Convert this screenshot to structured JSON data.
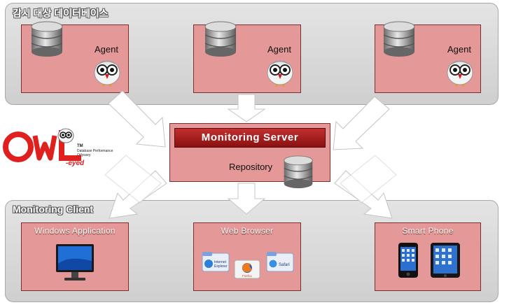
{
  "top_panel": {
    "title": "감시 대상 데이터베이스"
  },
  "agents": [
    {
      "label": "Agent"
    },
    {
      "label": "Agent"
    },
    {
      "label": "Agent"
    }
  ],
  "server": {
    "title": "Monitoring Server",
    "repository_label": "Repository"
  },
  "bottom_panel": {
    "title": "Monitoring Client"
  },
  "clients": [
    {
      "title": "Windows Application"
    },
    {
      "title": "Web Browser",
      "browsers": [
        "Internet Explorer",
        "Firefox",
        "Safari"
      ]
    },
    {
      "title": "Smart Phone"
    }
  ],
  "logo": {
    "tm": "TM",
    "line1": "Database Performance",
    "line2": "Odyssey"
  },
  "colors": {
    "box_fill": "#e59898",
    "server_header": "#b01c1c",
    "panel": "#d6d6d6",
    "arrow": "#ffffff"
  }
}
